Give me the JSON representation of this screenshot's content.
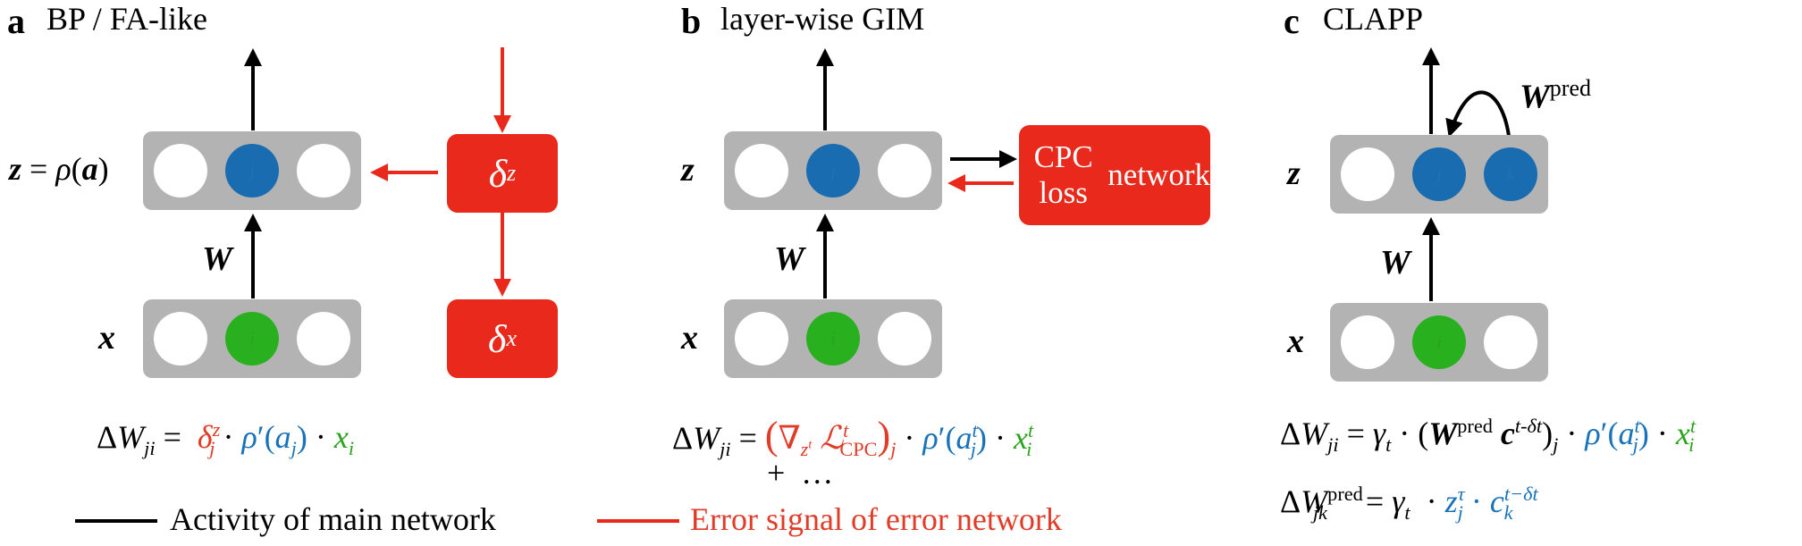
{
  "panels": {
    "a": {
      "label": "a",
      "title": "BP / FA-like",
      "z_row": "z = ρ(a)",
      "x_row": "x",
      "w": "W",
      "delta_z": "δ",
      "delta_z_sup": "z",
      "delta_x": "δ",
      "delta_x_sup": "x",
      "neuron_top": "j",
      "neuron_bottom": "i"
    },
    "b": {
      "label": "b",
      "title": "layer-wise GIM",
      "z_row": "z",
      "x_row": "x",
      "w": "W",
      "box": "CPC loss network",
      "neuron_top": "j",
      "neuron_bottom": "i"
    },
    "c": {
      "label": "c",
      "title": "CLAPP",
      "z_row": "z",
      "x_row": "x",
      "w": "W",
      "wpred": "W",
      "wpred_sup": "pred",
      "neuron_top": "j",
      "neuron_top2": "k",
      "neuron_bottom": "i"
    }
  },
  "equations": {
    "a": "ΔW_ji = δ_j^z · ρ′(a_j) · x_i",
    "b": "ΔW_ji = (∇_{z^t} ℒ^t_CPC)_j · ρ′(a_j^t) · x_i^t + …",
    "c1": "ΔW_ji = γ_t · (W^pred c^{t-δt})_j · ρ′(a_j^t) · x_i^t",
    "c2": "ΔW_jk^pred = γ_t · z_j^τ · c_k^{t−δt}"
  },
  "legend": {
    "black": "Activity of main network",
    "red": "Error signal of error network"
  },
  "colors": {
    "red": "#e8291c",
    "blue": "#1a6cb0",
    "green": "#29b01f",
    "layer": "#b3b3b3"
  }
}
